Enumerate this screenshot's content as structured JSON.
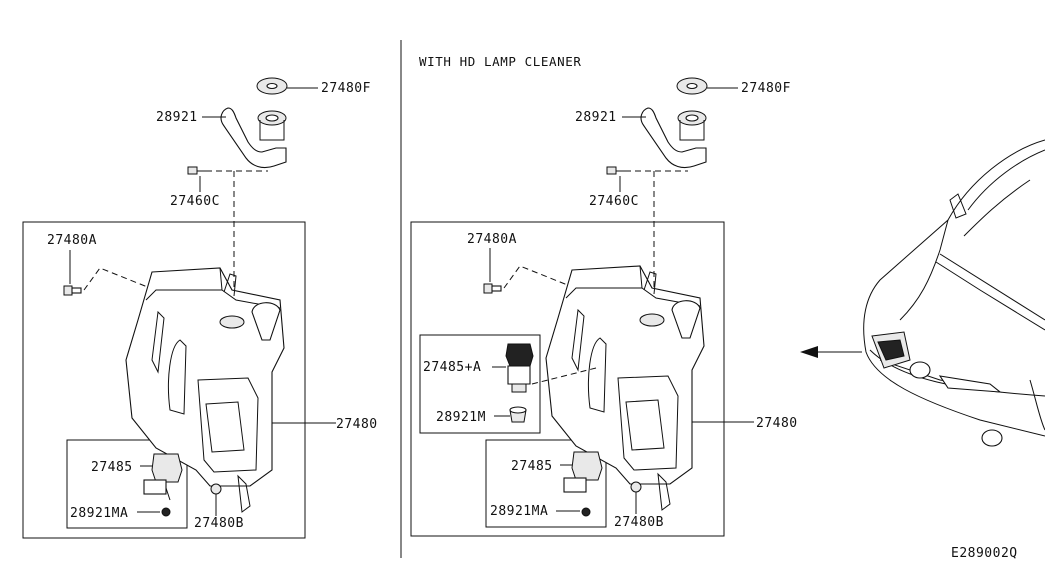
{
  "left_panel": {
    "labels": {
      "cap": "27480F",
      "filler_tube": "28921",
      "clip": "27460C",
      "screw": "27480A",
      "tank": "27480",
      "pump": "27485",
      "grommet": "28921MA",
      "nut": "27480B"
    }
  },
  "right_panel": {
    "header": "WITH HD LAMP CLEANER",
    "labels": {
      "cap": "27480F",
      "filler_tube": "28921",
      "clip": "27460C",
      "screw": "27480A",
      "tank": "27480",
      "hd_pump": "27485+A",
      "hd_grommet": "28921M",
      "pump": "27485",
      "grommet": "28921MA",
      "nut": "27480B"
    }
  },
  "diagram_code": "E289002Q"
}
